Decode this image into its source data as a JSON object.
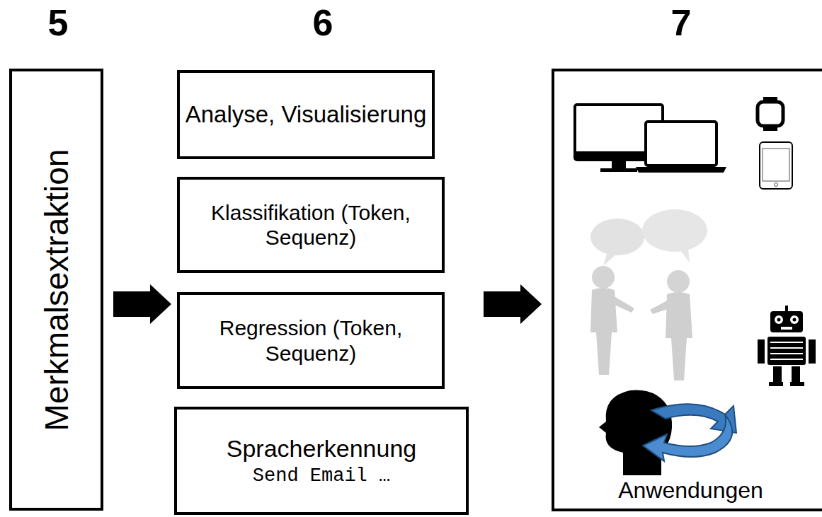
{
  "diagram": {
    "nodes": [
      {
        "text": [
          "Merkmalsextraktion"
        ]
      },
      {
        "text": [
          "Analyse, Visualisierung"
        ]
      },
      {
        "text": [
          "Klassifikation (Token, Sequenz)"
        ]
      },
      {
        "text": [
          "Regression (Token, Sequenz)"
        ]
      },
      {
        "text": [
          "Spracherkennung",
          "Send Email …"
        ]
      },
      {
        "text": [
          "Anwendungen"
        ]
      }
    ],
    "labels": [
      "5",
      "6",
      "7"
    ]
  }
}
